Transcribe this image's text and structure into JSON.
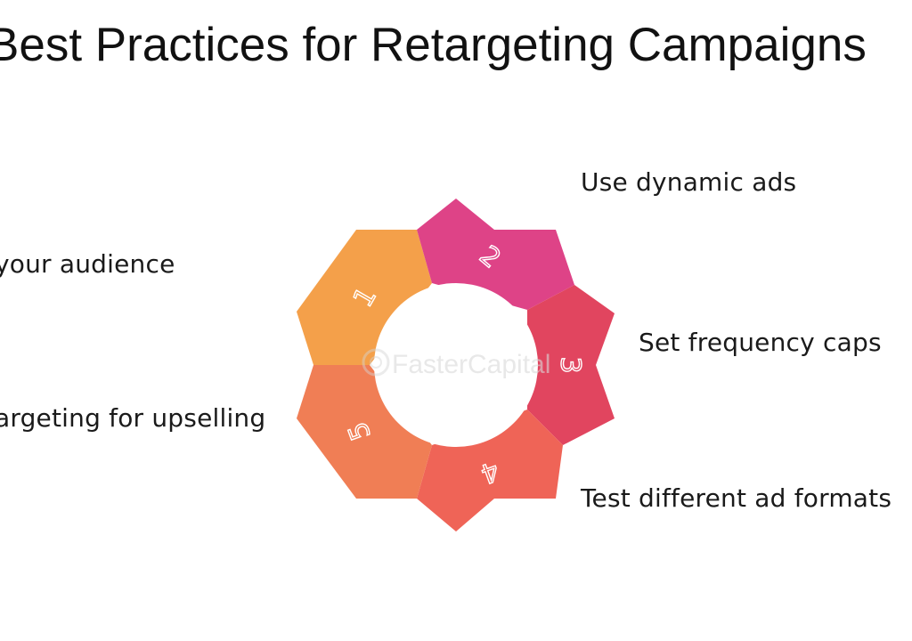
{
  "title": "Best Practices for Retargeting Campaigns",
  "watermark": "FasterCapital",
  "colors": {
    "orange": "#f4a04a",
    "magenta": "#de4387",
    "crimson": "#e1455f",
    "coral": "#ef6457",
    "salmon": "#f07e55"
  },
  "steps": [
    {
      "number": "1",
      "label": "your audience",
      "color": "#f4a04a"
    },
    {
      "number": "2",
      "label": "Use dynamic ads",
      "color": "#de4387"
    },
    {
      "number": "3",
      "label": "Set frequency caps",
      "color": "#e1455f"
    },
    {
      "number": "4",
      "label": "Test different ad formats",
      "color": "#ef6457"
    },
    {
      "number": "5",
      "label": "argeting for upselling",
      "color": "#f07e55"
    }
  ]
}
